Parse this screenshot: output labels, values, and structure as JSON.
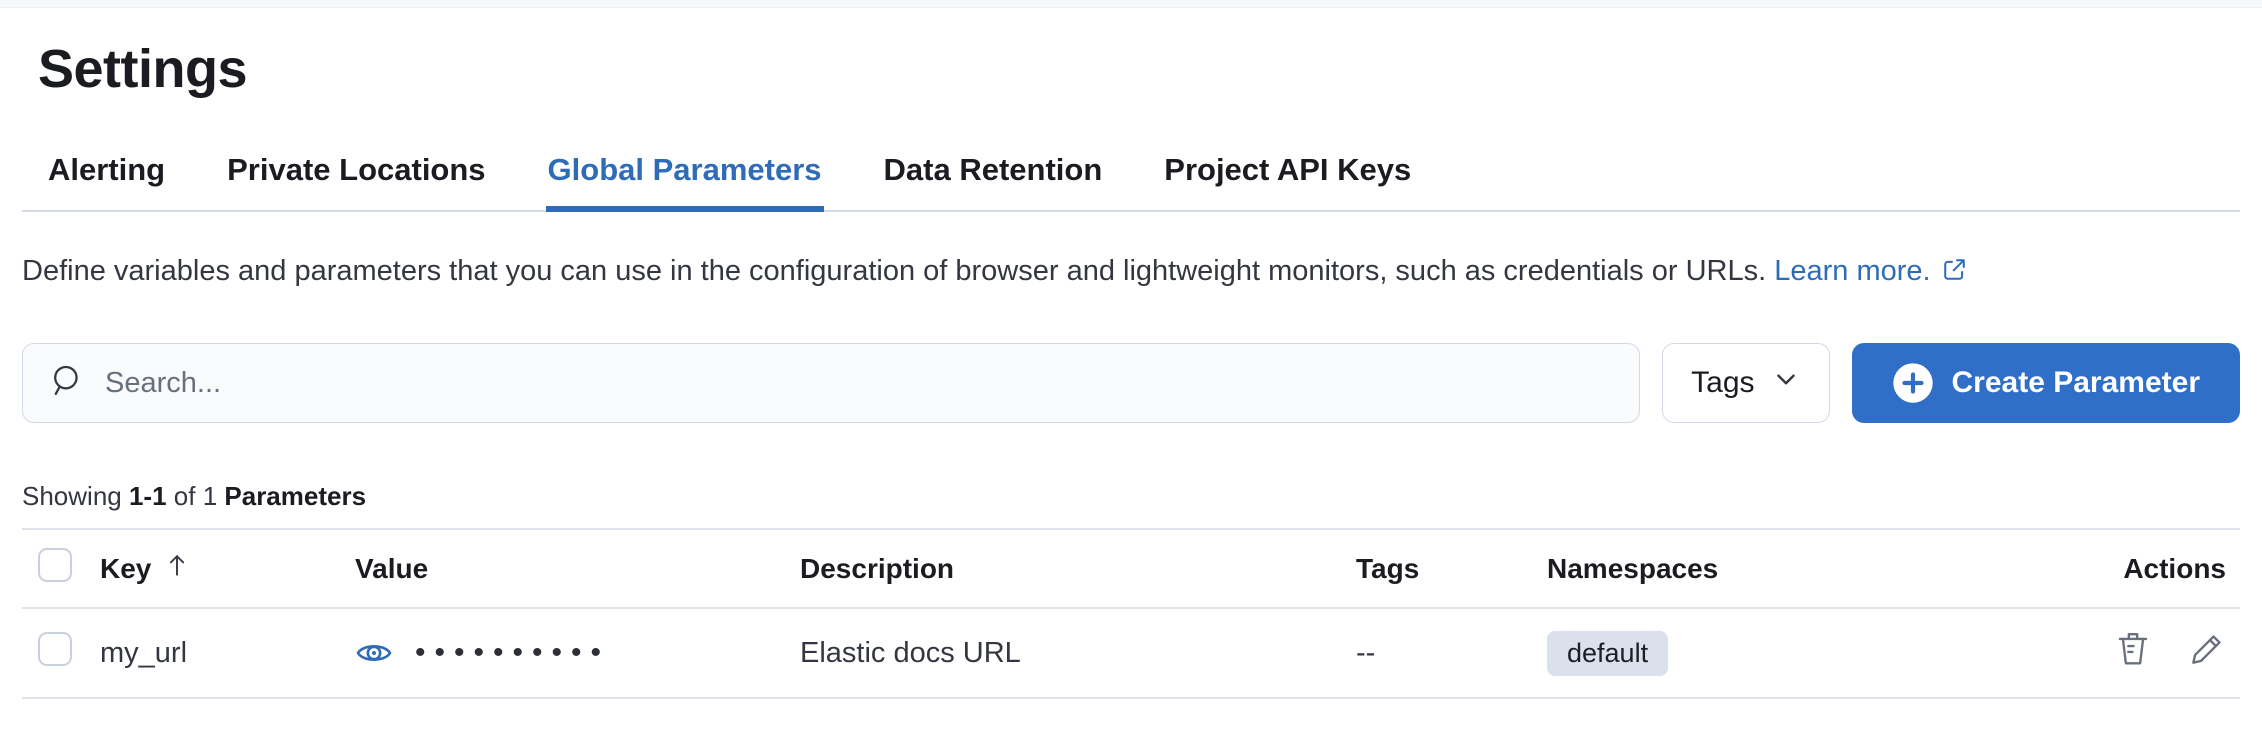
{
  "page": {
    "title": "Settings"
  },
  "tabs": [
    {
      "label": "Alerting",
      "active": false
    },
    {
      "label": "Private Locations",
      "active": false
    },
    {
      "label": "Global Parameters",
      "active": true
    },
    {
      "label": "Data Retention",
      "active": false
    },
    {
      "label": "Project API Keys",
      "active": false
    }
  ],
  "description": {
    "text": "Define variables and parameters that you can use in the configuration of browser and lightweight monitors, such as credentials or URLs.",
    "link_label": "Learn more.",
    "link_icon": "external-link-icon"
  },
  "toolbar": {
    "search_placeholder": "Search...",
    "search_icon": "search-icon",
    "tags_button_label": "Tags",
    "tags_button_icon": "chevron-down-icon",
    "create_button_label": "Create Parameter",
    "create_button_icon": "plus-in-circle-icon"
  },
  "summary": {
    "showing_label": "Showing",
    "range": "1-1",
    "of_label": "of 1",
    "entity_label": "Parameters"
  },
  "table": {
    "columns": {
      "key": "Key",
      "value": "Value",
      "description": "Description",
      "tags": "Tags",
      "namespaces": "Namespaces",
      "actions": "Actions"
    },
    "sort": {
      "column": "Key",
      "direction": "ascending"
    },
    "rows": [
      {
        "key": "my_url",
        "value_masked": "••••••••••",
        "value_icon": "eye-icon",
        "description": "Elastic docs URL",
        "tags": "--",
        "namespace": "default",
        "action_icons": [
          "trash-icon",
          "pencil-icon"
        ]
      }
    ]
  },
  "colors": {
    "active_tab_blue": "#2f6cb8",
    "create_button_blue": "#2f6fc7",
    "link_blue": "#2f6cb8",
    "badge_bg": "#dbe1ec",
    "text_primary": "#1a1c21",
    "text_body": "#343741",
    "icon_gray": "#69707d",
    "border_gray": "#d3dae6"
  }
}
